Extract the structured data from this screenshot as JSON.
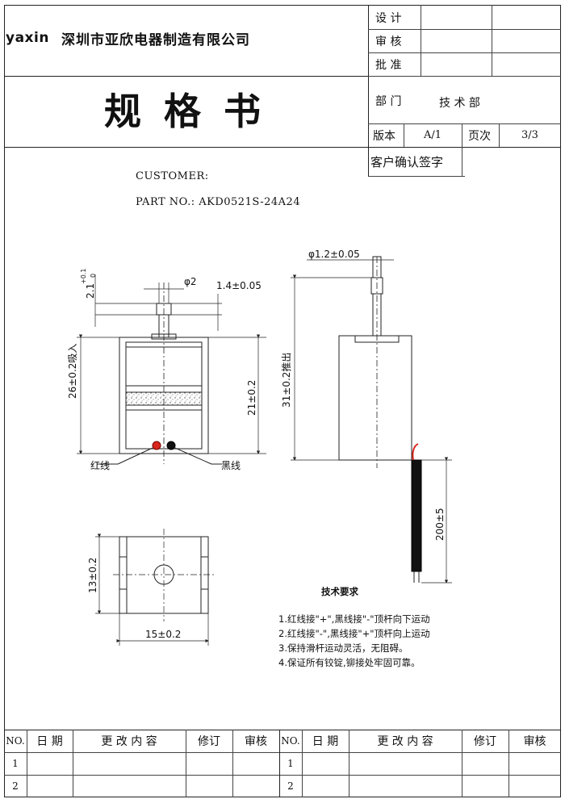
{
  "header": {
    "logo": "yaxin",
    "company": "深圳市亚欣电器制造有限公司",
    "doc_title": "规格书",
    "approvals": {
      "design_label": "设 计",
      "review_label": "审 核",
      "approve_label": "批 准",
      "dept_label": "部 门",
      "dept_value": "技 术 部",
      "version_label": "版本",
      "version_value": "A/1",
      "page_label": "页次",
      "page_value": "3/3",
      "customer_sign_label": "客户确认签字"
    }
  },
  "info": {
    "customer_label": "CUSTOMER:",
    "customer_value": "",
    "part_no_label": "PART NO.:",
    "part_no_value": "AKD0521S-24A24"
  },
  "drawing": {
    "front": {
      "dim_shaft_height": "2.1",
      "dim_shaft_tol_upper": "+0.1",
      "dim_shaft_tol_lower": "0",
      "dim_shaft_dia": "φ2",
      "dim_stroke": "1.4±0.05",
      "dim_total_height": "26±0.2吸入",
      "dim_body_height": "21±0.2",
      "red_wire_label": "红线",
      "black_wire_label": "黑线"
    },
    "side": {
      "dim_shaft_dia": "φ1.2±0.05",
      "dim_total_height": "31±0.2推出",
      "dim_wire_length": "200±5"
    },
    "bottom": {
      "dim_height": "13±0.2",
      "dim_width": "15±0.2"
    },
    "colors": {
      "red_wire": "#d8261d",
      "black_wire": "#111111",
      "line": "#222222"
    }
  },
  "requirements": {
    "title": "技术要求",
    "items": [
      "1.红线接\"+\",黑线接\"-\"顶杆向下运动",
      "2.红线接\"-\",黑线接\"+\"顶杆向上运动",
      "3.保持滑杆运动灵活，无阻碍。",
      "4.保证所有铰锭,铆接处牢固可靠。"
    ]
  },
  "revision_table": {
    "headers": [
      "NO.",
      "日  期",
      "更 改 内 容",
      "修订",
      "审核",
      "NO.",
      "日  期",
      "更 改 内 容",
      "修订",
      "审核"
    ],
    "rows": [
      [
        "1",
        "",
        "",
        "",
        "",
        "1",
        "",
        "",
        "",
        ""
      ],
      [
        "2",
        "",
        "",
        "",
        "",
        "2",
        "",
        "",
        "",
        ""
      ]
    ]
  }
}
